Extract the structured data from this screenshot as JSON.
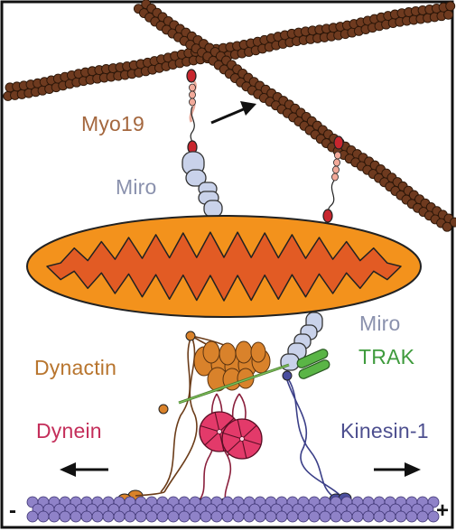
{
  "labels": {
    "myo19": "Myo19",
    "miro_top": "Miro",
    "miro_bottom": "Miro",
    "trak": "TRAK",
    "dynactin": "Dynactin",
    "dynein": "Dynein",
    "kinesin": "Kinesin-1",
    "minus_end": "-",
    "plus_end": "+"
  },
  "colors": {
    "actin": "#6e3a1f",
    "microtubule": "#8f82c8",
    "mito_outer": "#f0901e",
    "mito_inner": "#e05a22",
    "miro": "#c9d2ea",
    "trak": "#5ab546",
    "dynactin": "#d9822b",
    "dynein": "#e33a6a",
    "kinesin": "#4a4e9e",
    "myo19_head": "#c8262e",
    "myo19_neck": "#f2aa9a",
    "label_myo19": "#a4673e",
    "label_miro": "#8a91ad",
    "label_trak": "#3f9b3d",
    "label_dynactin": "#b8752e",
    "label_dynein": "#c42e5a",
    "label_kinesin": "#4d4f8f"
  }
}
